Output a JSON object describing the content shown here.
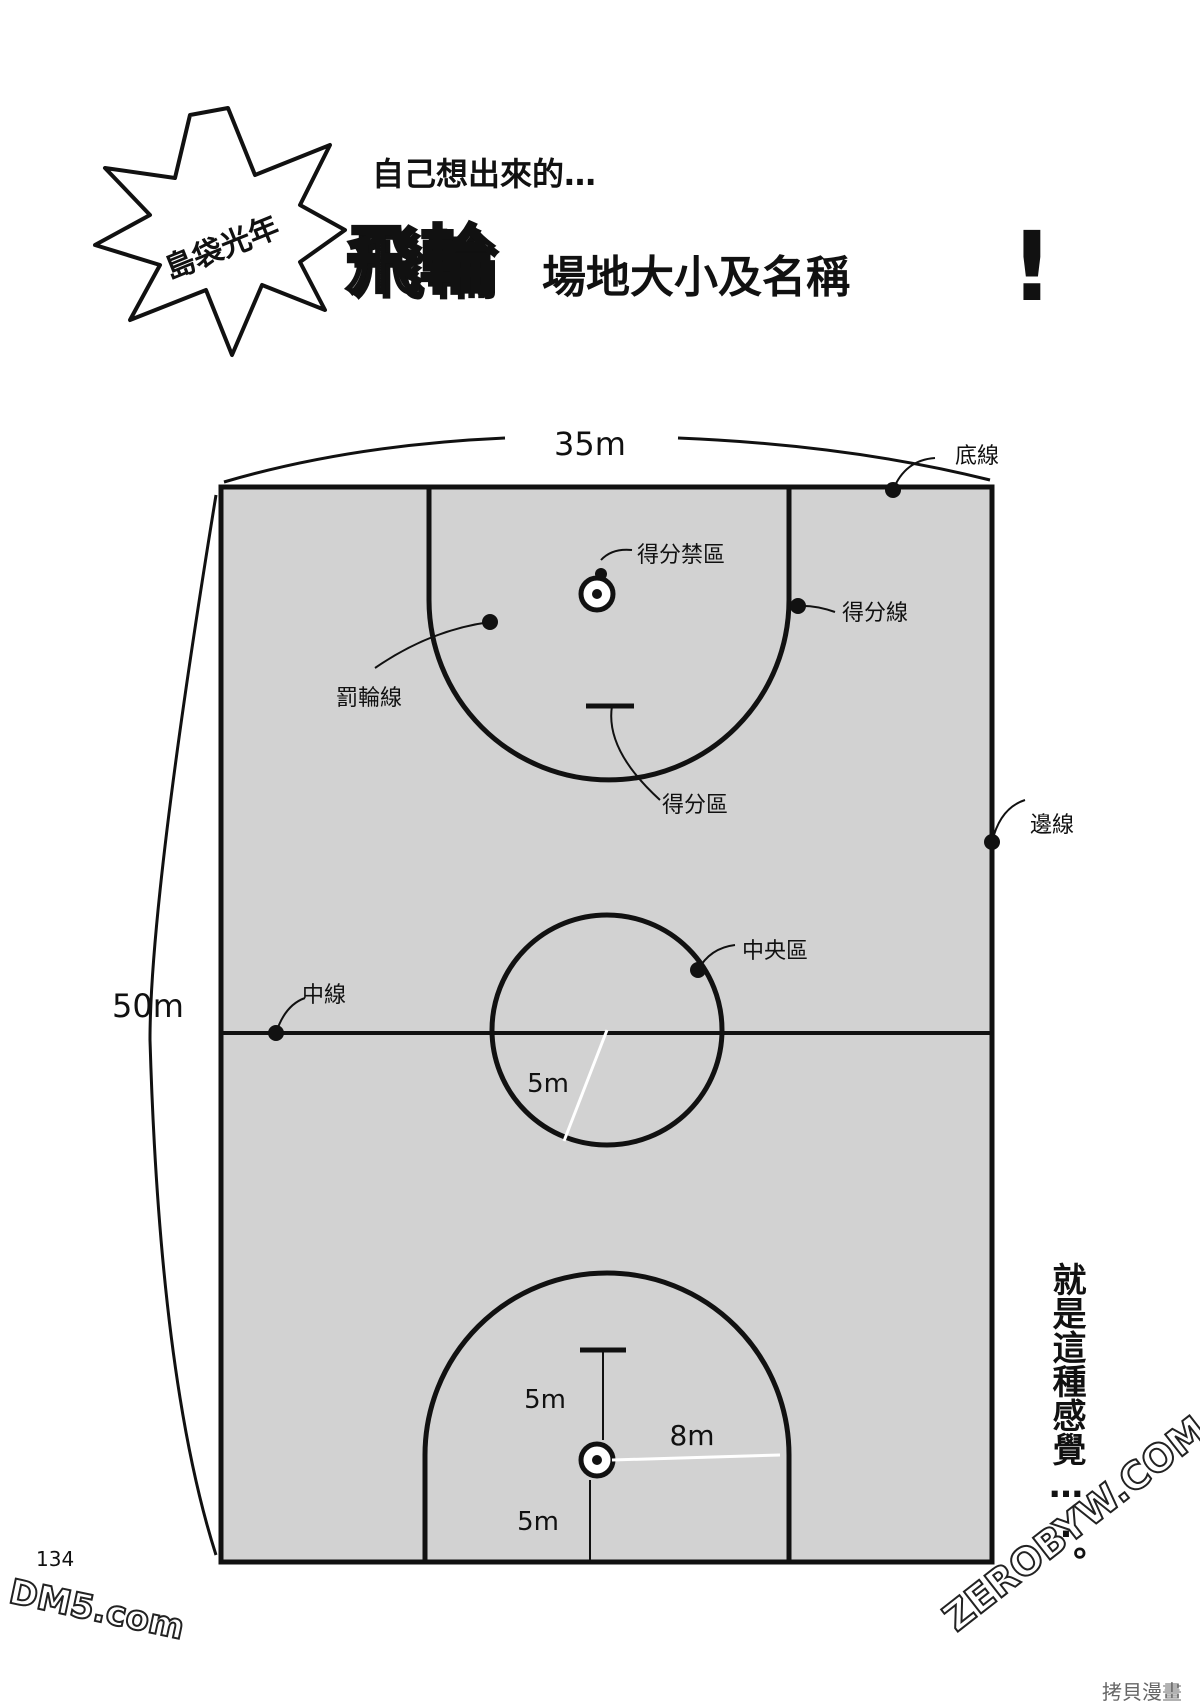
{
  "header": {
    "author_badge": "島袋光年",
    "subtitle": "自己想出來的…",
    "title_bold": "飛輪",
    "title_rest": "場地大小及名稱",
    "exclaim": "!"
  },
  "dimensions": {
    "width": "35m",
    "length": "50m",
    "center_radius": "5m",
    "goal_top": "5m",
    "goal_bottom": "5m",
    "arc_radius": "8m"
  },
  "court_labels": {
    "baseline": "底線",
    "no_score_zone": "得分禁區",
    "score_line": "得分線",
    "penalty_line": "罰輪線",
    "score_zone": "得分區",
    "sideline": "邊線",
    "center_zone": "中央區",
    "midline": "中線"
  },
  "side_note": "就是這種感覺….。",
  "page_number": "134",
  "watermarks": {
    "dm5": "DM5.com",
    "zero": "ZEROBYW.COM",
    "corner": "拷貝漫畫"
  }
}
